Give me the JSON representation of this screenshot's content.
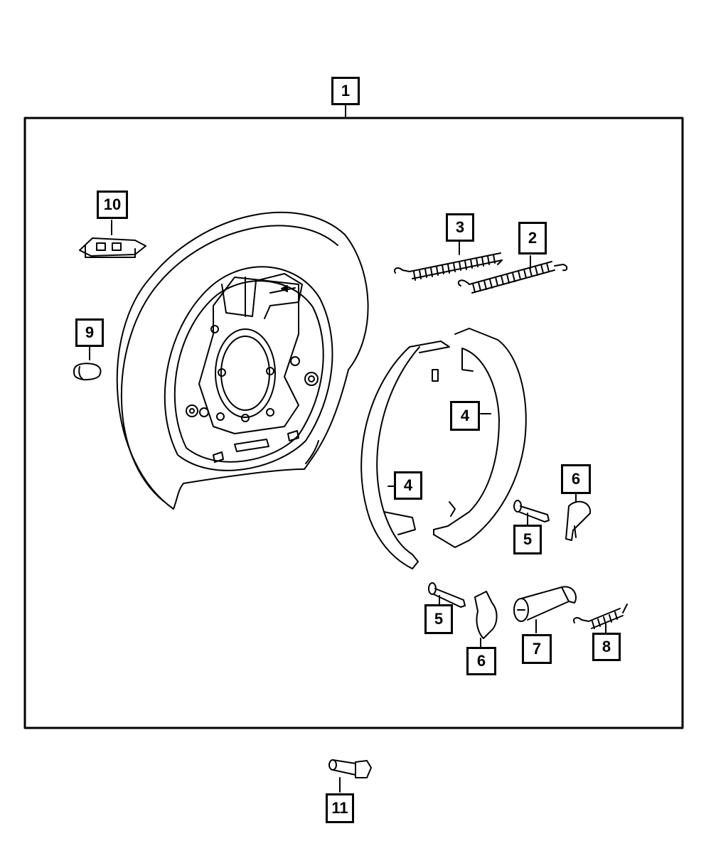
{
  "diagram": {
    "callouts": [
      {
        "id": "c1",
        "label": "1"
      },
      {
        "id": "c10",
        "label": "10"
      },
      {
        "id": "c3",
        "label": "3"
      },
      {
        "id": "c2",
        "label": "2"
      },
      {
        "id": "c9",
        "label": "9"
      },
      {
        "id": "c4a",
        "label": "4"
      },
      {
        "id": "c4b",
        "label": "4"
      },
      {
        "id": "c6a",
        "label": "6"
      },
      {
        "id": "c5a",
        "label": "5"
      },
      {
        "id": "c5b",
        "label": "5"
      },
      {
        "id": "c6b",
        "label": "6"
      },
      {
        "id": "c7",
        "label": "7"
      },
      {
        "id": "c8",
        "label": "8"
      },
      {
        "id": "c11",
        "label": "11"
      }
    ]
  }
}
